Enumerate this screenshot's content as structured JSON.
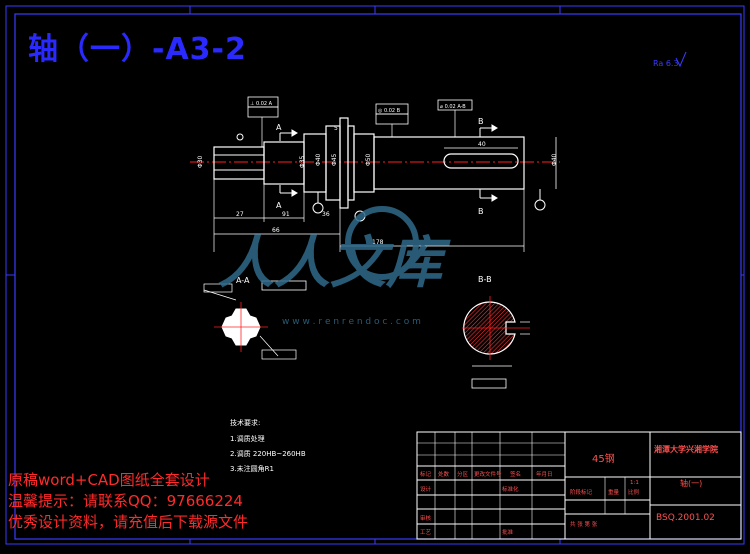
{
  "drawing": {
    "title": "轴（一）-A3-2",
    "corner_roughness": "Ra 6.3",
    "section_aa_label": "A-A",
    "section_bb_label": "B-B",
    "cut_label_a": "A",
    "cut_label_b": "B",
    "dims": {
      "d1": "Φ30",
      "d2": "Φ35",
      "d3": "Φ40",
      "d4": "Φ45",
      "d5": "Φ50",
      "d6": "Φ40",
      "len_27": "27",
      "len_91": "91",
      "len_66": "66",
      "len_40": "40",
      "len_36": "36",
      "len_178": "178",
      "len_5": "5"
    },
    "tolerance_frames": [
      "⊥ 0.02 A",
      "◎ 0.02 B",
      "⌀ 0.02 A-B"
    ],
    "tech_requirements": {
      "heading": "技术要求:",
      "items": [
        "1.调质处理",
        "2.调质 220HB~260HB",
        "3.未注圆角R1"
      ]
    }
  },
  "title_block": {
    "material": "45钢",
    "school": "湘潭大学兴湘学院",
    "part_name": "轴(一)",
    "drawing_no": "BSQ.2001.02",
    "row_labels": [
      "标记",
      "处数",
      "分区",
      "更改文件号",
      "签名",
      "年月日"
    ],
    "design": "设计",
    "standardize": "标准化",
    "review": "审核",
    "process": "工艺",
    "approve": "批准",
    "stage_mark": "阶段标记",
    "weight": "重量",
    "scale": "比例",
    "scale_value": "1:1",
    "sheet": "共  张  第  张"
  },
  "watermark": {
    "brand": "人人文库",
    "url": "w w w . r e n r e n d o c . c o m"
  },
  "notes": [
    "原稿word+CAD图纸全套设计",
    "温馨提示：请联系QQ：97666224",
    "优秀设计资料，请充值后下载源文件"
  ],
  "colors": {
    "background": "#000000",
    "frame": "#3a3aff",
    "geometry": "#ffffff",
    "centerline": "#ff2020",
    "title_text": "#2a2aff",
    "note_text": "#ff2a2a",
    "block_text": "#ff5050",
    "watermark": "#2f6a8a"
  }
}
